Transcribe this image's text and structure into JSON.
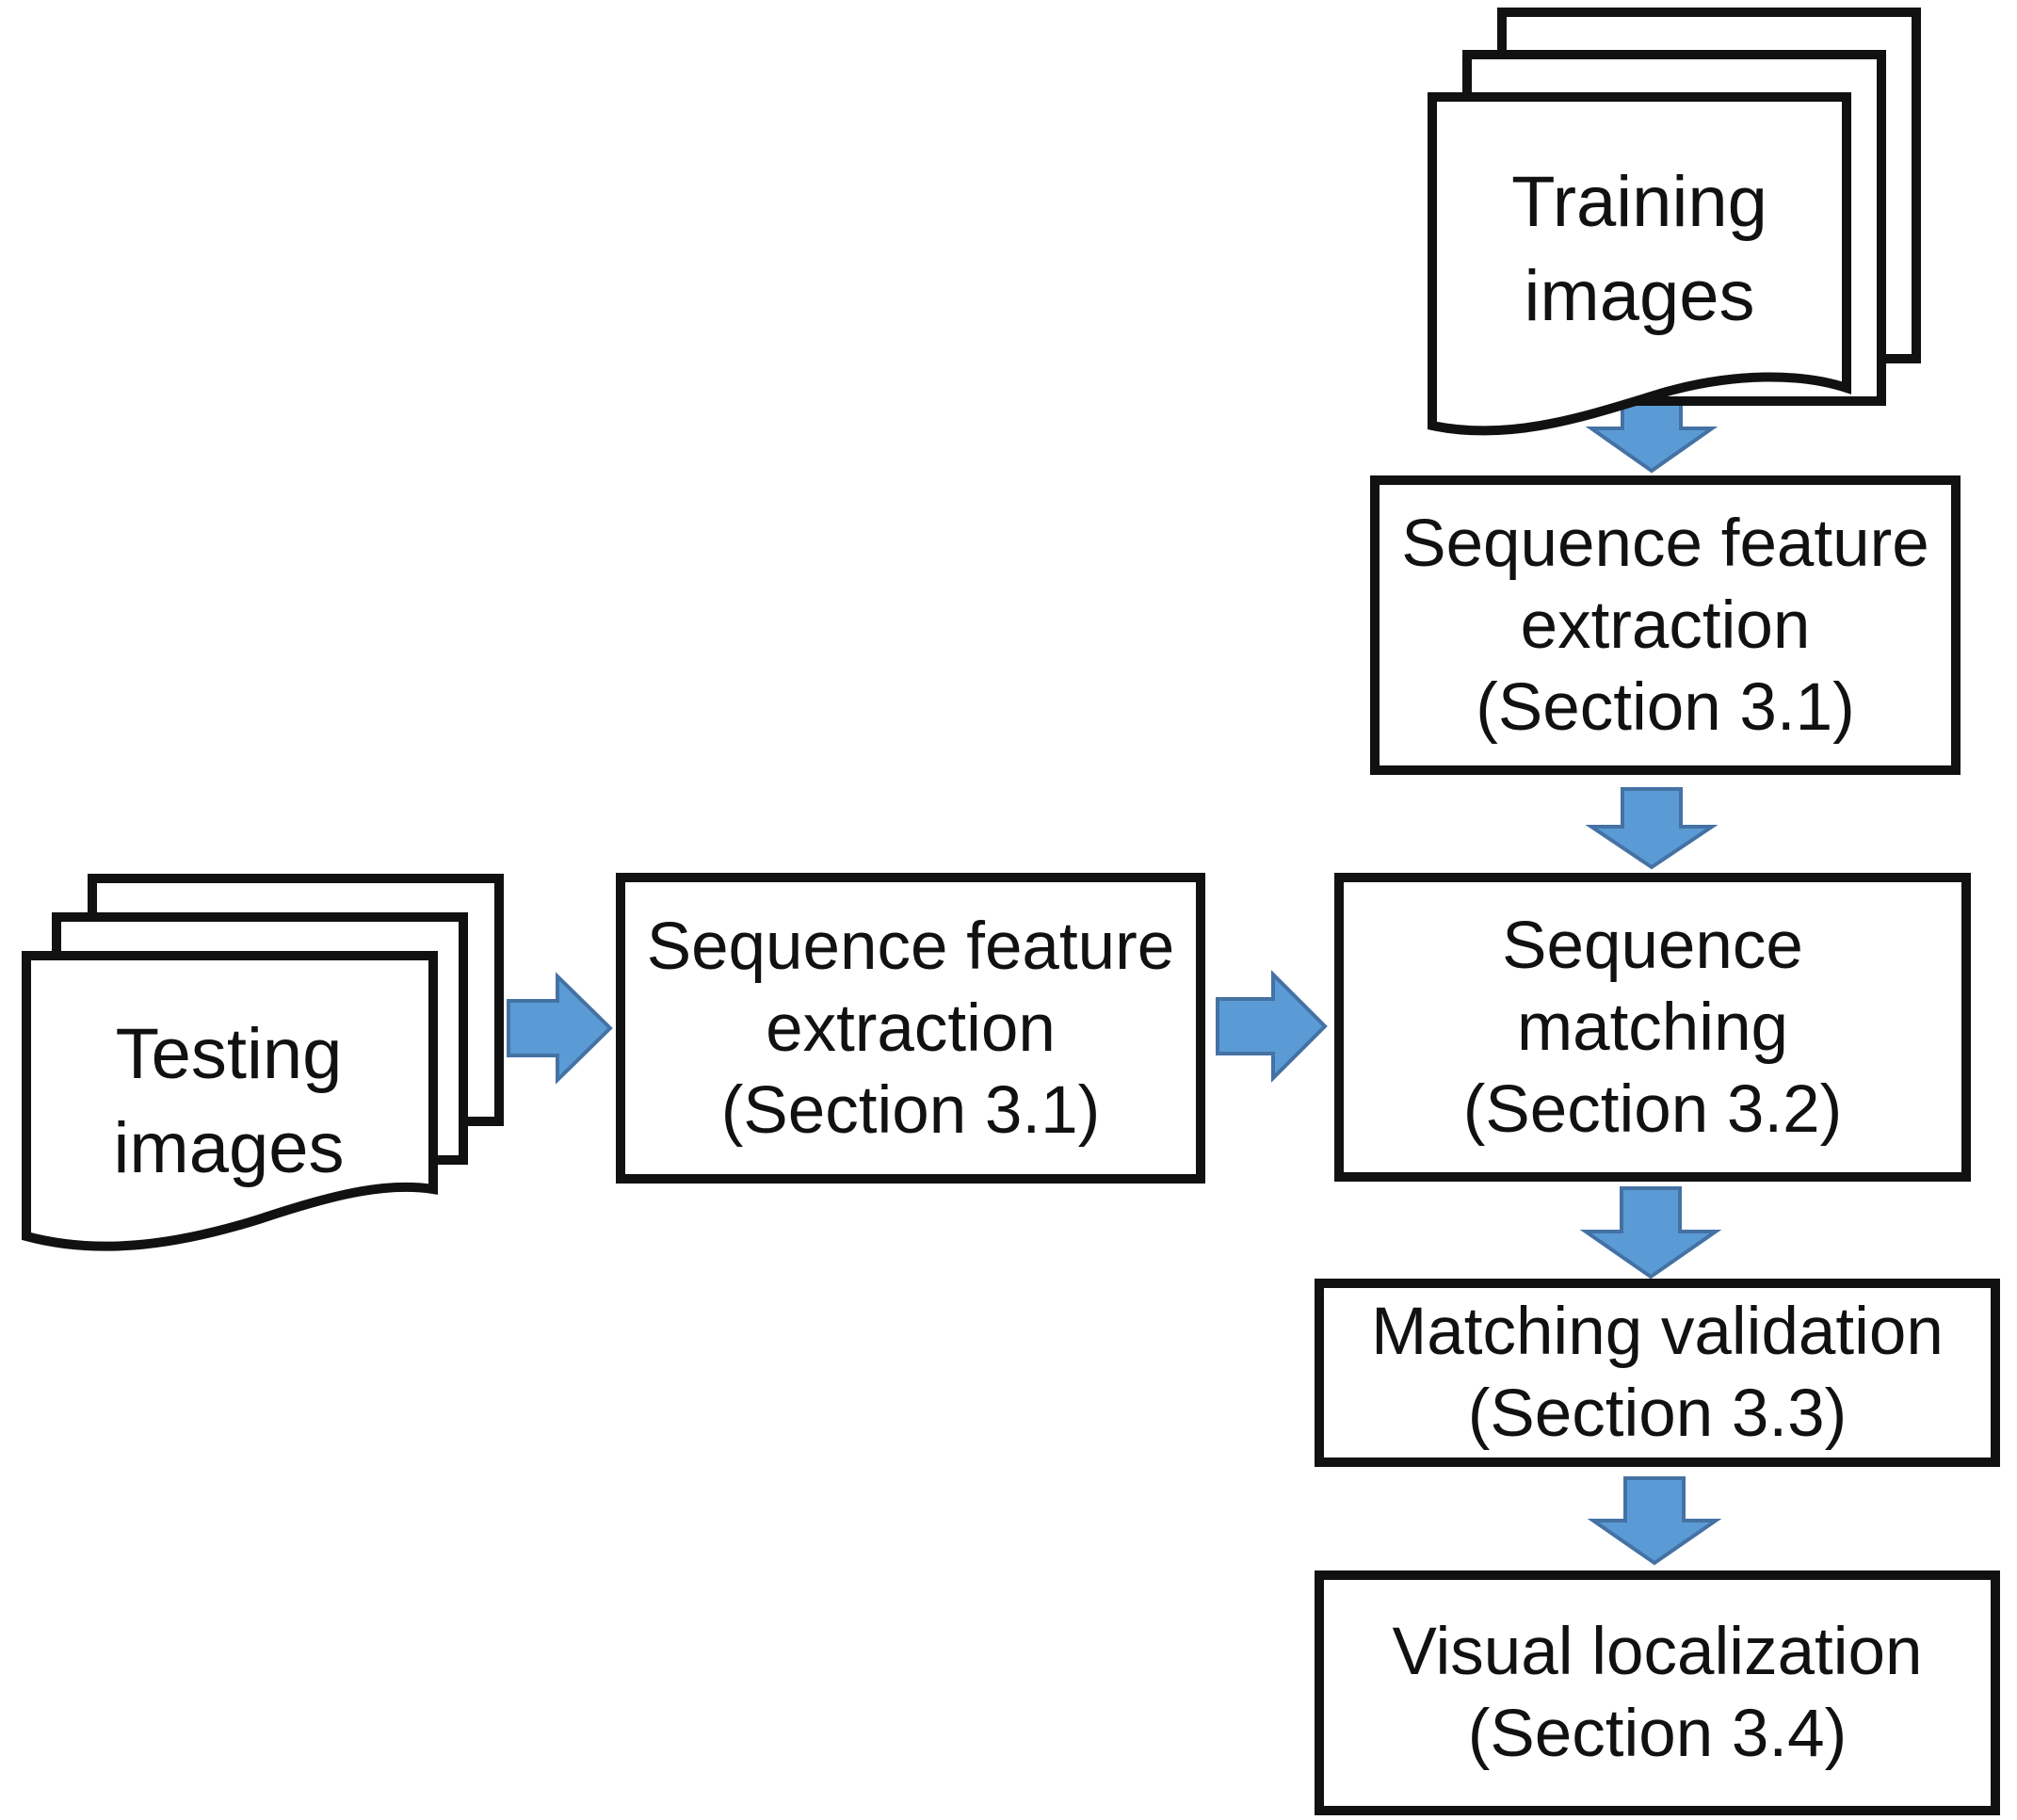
{
  "diagram": {
    "stacks": {
      "training": {
        "lines": [
          "Training",
          "images"
        ]
      },
      "testing": {
        "lines": [
          "Testing",
          "images"
        ]
      }
    },
    "boxes": {
      "training_extraction": {
        "lines": [
          "Sequence feature",
          "extraction",
          "(Section 3.1)"
        ]
      },
      "sequence_matching": {
        "lines": [
          "Sequence",
          "matching",
          "(Section 3.2)"
        ]
      },
      "matching_validation": {
        "lines": [
          "Matching validation",
          "(Section 3.3)"
        ]
      },
      "visual_localization": {
        "lines": [
          "Visual localization",
          "(Section 3.4)"
        ]
      },
      "testing_extraction": {
        "lines": [
          "Sequence feature",
          "extraction",
          "(Section 3.1)"
        ]
      }
    },
    "colors": {
      "arrow_fill": "#5B9BD5",
      "arrow_stroke": "#4472A4",
      "outline": "#111111",
      "background": "#FFFFFF"
    }
  }
}
